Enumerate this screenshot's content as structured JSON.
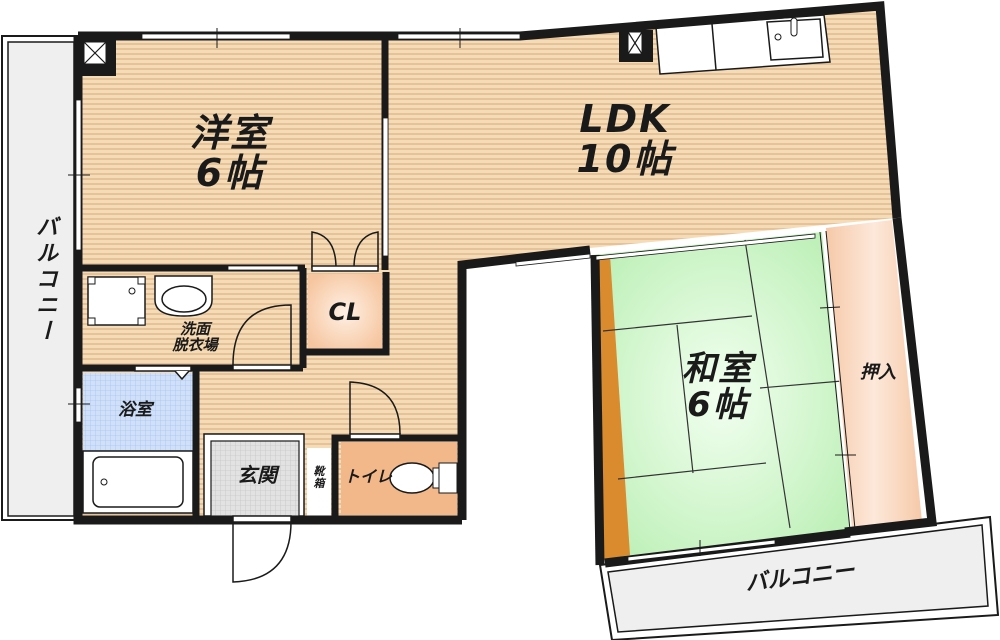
{
  "floorplan": {
    "rooms": [
      {
        "id": "western-room",
        "name": "洋室",
        "size": "6帖"
      },
      {
        "id": "ldk",
        "name": "LDK",
        "size": "10帖"
      },
      {
        "id": "japanese-room",
        "name": "和室",
        "size": "6帖"
      },
      {
        "id": "closet",
        "name": "CL"
      },
      {
        "id": "washroom",
        "name_line1": "洗面",
        "name_line2": "脱衣場"
      },
      {
        "id": "bathroom",
        "name": "浴室"
      },
      {
        "id": "entrance",
        "name": "玄関"
      },
      {
        "id": "shoe-box",
        "name": "靴箱"
      },
      {
        "id": "toilet",
        "name": "トイレ"
      },
      {
        "id": "oshiire",
        "name": "押入"
      },
      {
        "id": "balcony-west",
        "name": "バルコニー"
      },
      {
        "id": "balcony-south",
        "name": "バルコニー"
      }
    ],
    "colors": {
      "wall": "#1a1a1a",
      "wood_floor": "#f3d6b0",
      "wood_stripe": "#e8c49a",
      "tatami": "#c8f5c4",
      "tatami_light": "#eafde6",
      "closet": "#f8cfb0",
      "toilet": "#f2b88a",
      "bath": "#c9dcf7",
      "entrance": "#dcdcdc",
      "balcony": "#efefef",
      "tokonoma": "#d98b2e"
    }
  }
}
